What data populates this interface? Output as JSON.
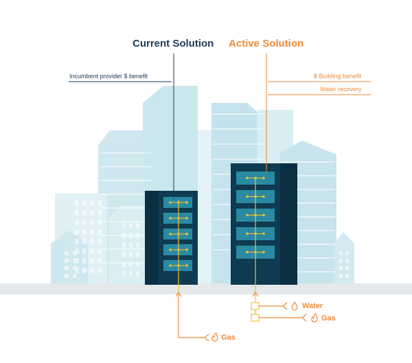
{
  "headings": {
    "current": "Current Solution",
    "active": "Active Solution"
  },
  "labels": {
    "incumbent": "Incumbent provider $ benefit",
    "building_benefit": "$ Building benefit",
    "water_recovery": "Water recovery"
  },
  "utilities": {
    "current_gas": "Gas",
    "active_water": "Water",
    "active_gas": "Gas"
  },
  "colors": {
    "navy": "#1b3a57",
    "orange": "#ee8a3a",
    "yellow": "#f2c12e",
    "dark_building": "#0f3b52",
    "panel": "#2a8aa3"
  },
  "icons": {
    "flame": "flame-icon",
    "water_drop": "water-drop-icon"
  }
}
